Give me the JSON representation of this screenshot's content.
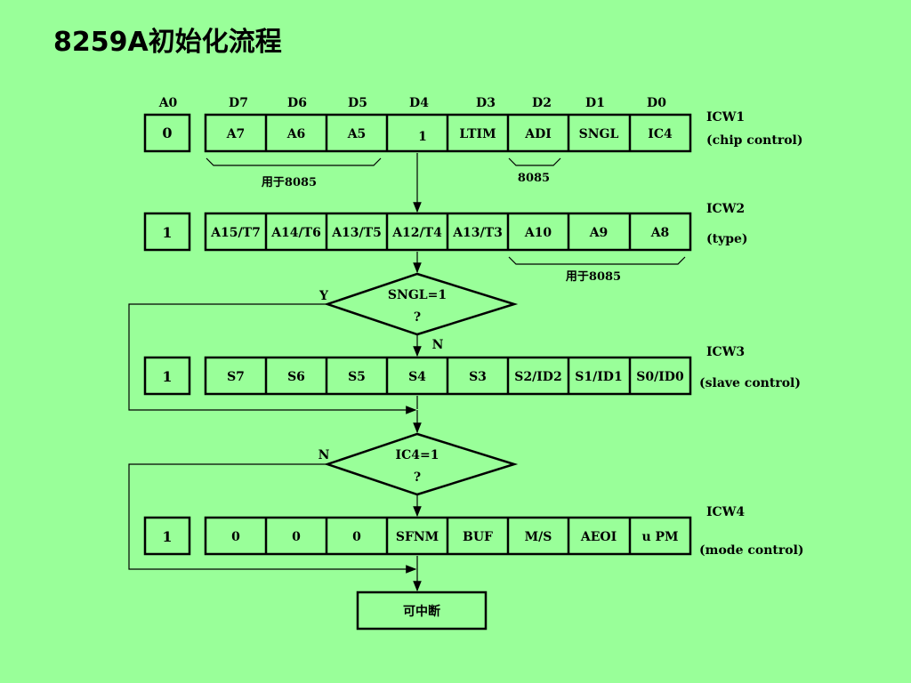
{
  "title": "8259A初始化流程",
  "columns": [
    "A0",
    "D7",
    "D6",
    "D5",
    "D4",
    "D3",
    "D2",
    "D1",
    "D0"
  ],
  "registers": [
    {
      "id": "icw1",
      "a0": "0",
      "bits": [
        "A7",
        "A6",
        "A5",
        "1",
        "LTIM",
        "ADI",
        "SNGL",
        "IC4"
      ],
      "name": "ICW1",
      "description": "(chip control)"
    },
    {
      "id": "icw2",
      "a0": "1",
      "bits": [
        "A15/T7",
        "A14/T6",
        "A13/T5",
        "A12/T4",
        "A13/T3",
        "A10",
        "A9",
        "A8"
      ],
      "name": "ICW2",
      "description": "(type)"
    },
    {
      "id": "icw3",
      "a0": "1",
      "bits": [
        "S7",
        "S6",
        "S5",
        "S4",
        "S3",
        "S2/ID2",
        "S1/ID1",
        "S0/ID0"
      ],
      "name": "ICW3",
      "description": "(slave control)"
    },
    {
      "id": "icw4",
      "a0": "1",
      "bits": [
        "0",
        "0",
        "0",
        "SFNM",
        "BUF",
        "M/S",
        "AEOI",
        "u PM"
      ],
      "name": "ICW4",
      "description": "(mode control)"
    }
  ],
  "notes": {
    "icw1_a7_a5": "用于8085",
    "icw1_adi": "8085",
    "icw2_a10_a8": "用于8085"
  },
  "decisions": [
    {
      "id": "sngl",
      "question": "SNGL=1",
      "mark": "?",
      "yes_label": "Y",
      "no_label": "N"
    },
    {
      "id": "ic4",
      "question": "IC4=1",
      "mark": "?",
      "no_label": "N"
    }
  ],
  "end_box": "可中断"
}
